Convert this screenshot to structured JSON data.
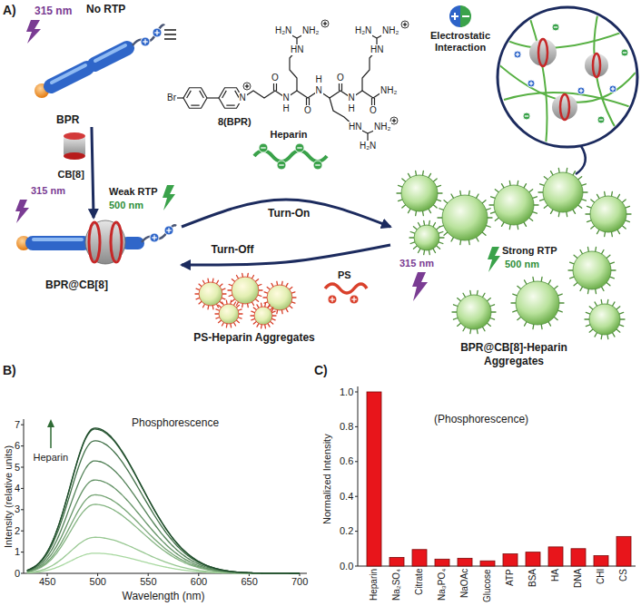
{
  "diagram": {
    "nodes": [
      {
        "text": [
          "BPR"
        ]
      },
      {
        "text": [
          "BPR@CB[8]"
        ]
      },
      {
        "text": [
          "BPR@CB[8]-Heparin Aggregates"
        ]
      },
      {
        "text": [
          "PS-Heparin Aggregates"
        ]
      }
    ],
    "edges": [
      {
        "from": 0,
        "to": 1,
        "arrow": "to",
        "label": "CB[8]"
      },
      {
        "from": 1,
        "to": 2,
        "arrow": "to",
        "label": "Turn-On"
      },
      {
        "from": 2,
        "to": 1,
        "arrow": "to",
        "label": "Turn-Off"
      }
    ],
    "labels": [
      "A)",
      "315 nm",
      "No RTP",
      "8(BPR)",
      "Br",
      "N",
      "O",
      "N",
      "H",
      "O",
      "N",
      "H",
      "O",
      "N",
      "H",
      "O",
      "NH₂",
      "HN",
      "H₂N",
      "NH₂",
      "HN",
      "NH₂",
      "H₂N",
      "HN",
      "H₂N",
      "NH₂",
      "Heparin",
      "Electrostatic Interaction",
      "Weak RTP",
      "500 nm",
      "315 nm",
      "PS",
      "315 nm",
      "Strong RTP",
      "500 nm",
      "B)",
      "Phosphorescence",
      "Heparin",
      "Intensity (relative units)",
      "Wavelength (nm)",
      "0",
      "1",
      "2",
      "3",
      "4",
      "5",
      "6",
      "7",
      "450",
      "500",
      "550",
      "600",
      "650",
      "700",
      "C)",
      "(Phosphorescence)",
      "Normalized Intensity",
      "0.0",
      "0.2",
      "0.4",
      "0.6",
      "0.8",
      "1.0",
      "Heparin",
      "Na₂SO₄",
      "Citrate",
      "Na₃PO₄",
      "NaOAc",
      "Glucose",
      "ATP",
      "BSA",
      "HA",
      "DNA",
      "CHI",
      "CS"
    ]
  }
}
